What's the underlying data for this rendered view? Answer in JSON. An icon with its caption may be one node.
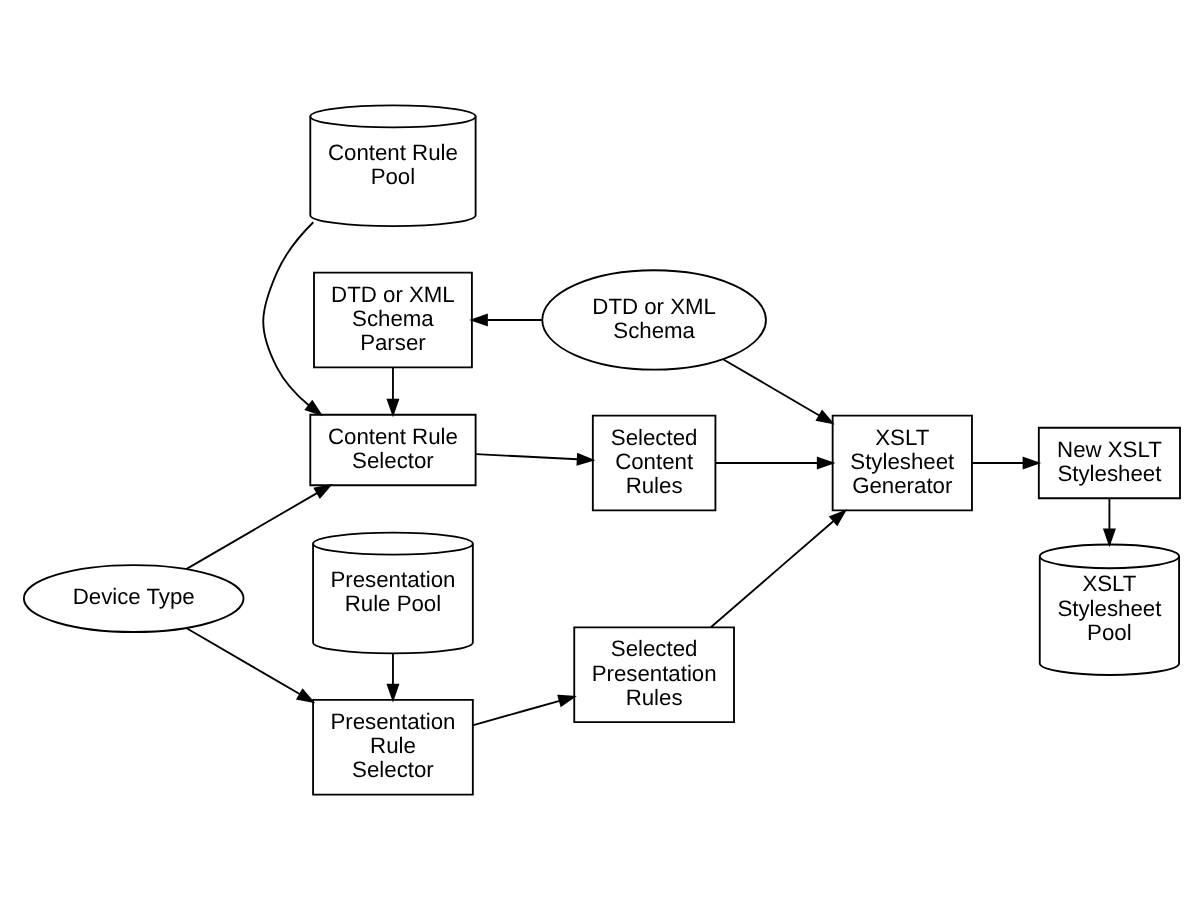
{
  "diagram": {
    "nodes": [
      {
        "text": [
          "Content Rule Pool"
        ]
      },
      {
        "text": [
          "Content Rule Selector"
        ]
      },
      {
        "text": [
          "Selected Content Rules"
        ]
      },
      {
        "text": [
          "Device Type"
        ]
      },
      {
        "text": [
          "DTD or XML Schema Parser"
        ]
      },
      {
        "text": [
          "DTD or XML Schema"
        ]
      },
      {
        "text": [
          "XSLT Stylesheet Generator"
        ]
      },
      {
        "text": [
          "New XSLT Stylesheet"
        ]
      },
      {
        "text": [
          "Presentation Rule Selector"
        ]
      },
      {
        "text": [
          "Selected Presentation Rules"
        ]
      },
      {
        "text": [
          "XSLT Stylesheet Pool"
        ]
      },
      {
        "text": [
          "Presentation Rule Pool"
        ]
      }
    ],
    "edges": [
      {
        "from": 0,
        "to": 1,
        "arrow": "to"
      },
      {
        "from": 1,
        "to": 2,
        "arrow": "to"
      },
      {
        "from": 2,
        "to": 6,
        "arrow": "to"
      },
      {
        "from": 3,
        "to": 1,
        "arrow": "to"
      },
      {
        "from": 3,
        "to": 8,
        "arrow": "to"
      },
      {
        "from": 4,
        "to": 1,
        "arrow": "to"
      },
      {
        "from": 5,
        "to": 4,
        "arrow": "to"
      },
      {
        "from": 5,
        "to": 6,
        "arrow": "to"
      },
      {
        "from": 6,
        "to": 7,
        "arrow": "to"
      },
      {
        "from": 7,
        "to": 10,
        "arrow": "to"
      },
      {
        "from": 8,
        "to": 9,
        "arrow": "to"
      },
      {
        "from": 9,
        "to": 6,
        "arrow": "to"
      },
      {
        "from": 11,
        "to": 8,
        "arrow": "to"
      }
    ]
  }
}
